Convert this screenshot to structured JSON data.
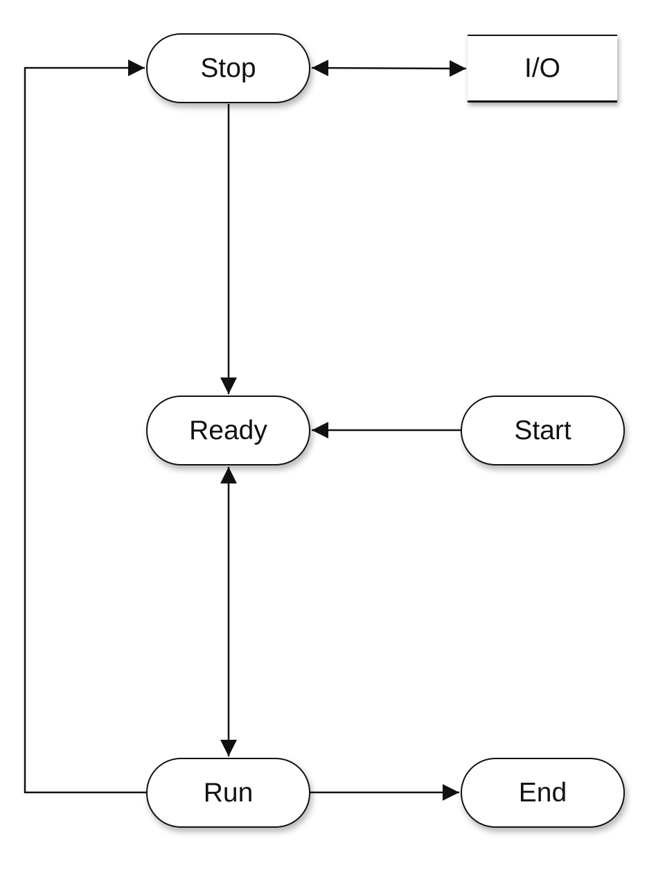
{
  "diagram": {
    "nodes": {
      "stop": {
        "label": "Stop",
        "shape": "rounded"
      },
      "io": {
        "label": "I/O",
        "shape": "io"
      },
      "ready": {
        "label": "Ready",
        "shape": "rounded"
      },
      "start": {
        "label": "Start",
        "shape": "rounded"
      },
      "run": {
        "label": "Run",
        "shape": "rounded"
      },
      "end": {
        "label": "End",
        "shape": "rounded"
      }
    },
    "edges": [
      {
        "from": "stop",
        "to": "io",
        "bidirectional": true
      },
      {
        "from": "stop",
        "to": "ready",
        "bidirectional": false
      },
      {
        "from": "start",
        "to": "ready",
        "bidirectional": false
      },
      {
        "from": "ready",
        "to": "run",
        "bidirectional": true
      },
      {
        "from": "run",
        "to": "end",
        "bidirectional": false
      },
      {
        "from": "run",
        "to": "stop",
        "bidirectional": false
      }
    ],
    "colors": {
      "stroke": "#111111",
      "fill": "#ffffff",
      "background": "#ffffff"
    }
  }
}
